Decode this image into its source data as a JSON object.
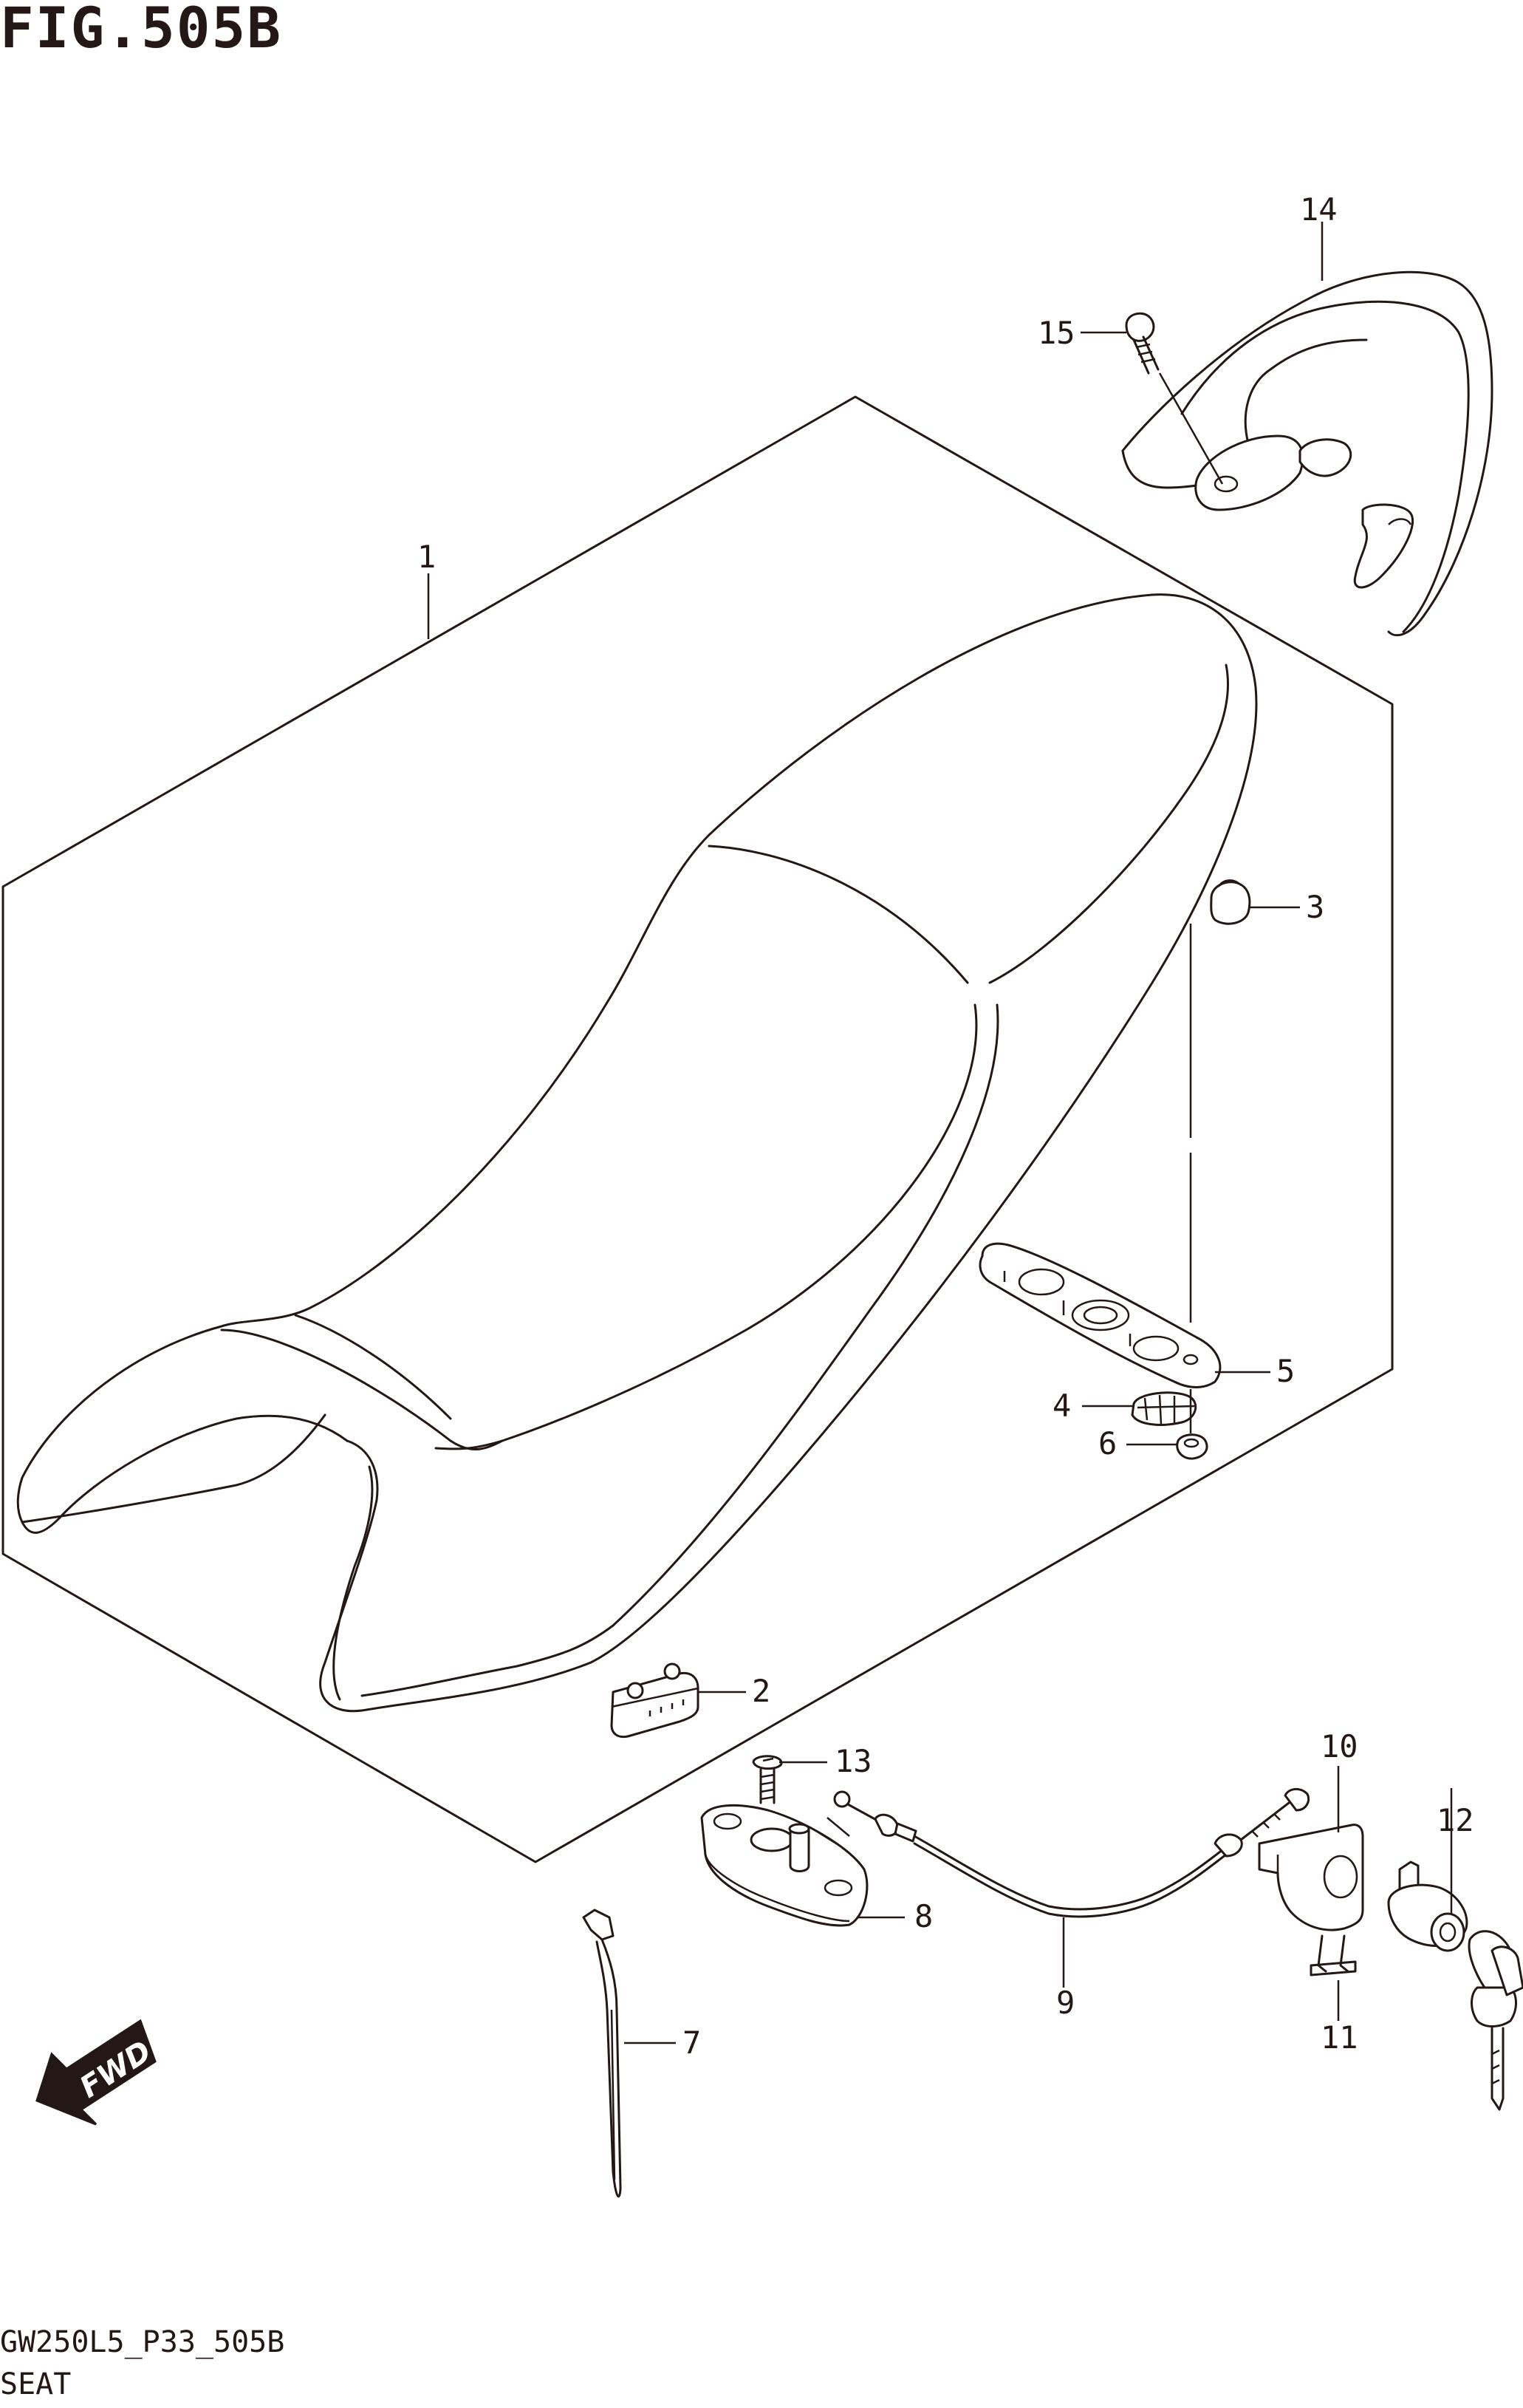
{
  "figure_title": "FIG.505B",
  "footer": {
    "code": "GW250L5_P33_505B",
    "name": "SEAT"
  },
  "fwd_badge": "FWD",
  "callouts": [
    {
      "id": "1",
      "label": "1"
    },
    {
      "id": "2",
      "label": "2"
    },
    {
      "id": "3",
      "label": "3"
    },
    {
      "id": "4",
      "label": "4"
    },
    {
      "id": "5",
      "label": "5"
    },
    {
      "id": "6",
      "label": "6"
    },
    {
      "id": "7",
      "label": "7"
    },
    {
      "id": "8",
      "label": "8"
    },
    {
      "id": "9",
      "label": "9"
    },
    {
      "id": "10",
      "label": "10"
    },
    {
      "id": "11",
      "label": "11"
    },
    {
      "id": "12",
      "label": "12"
    },
    {
      "id": "13",
      "label": "13"
    },
    {
      "id": "14",
      "label": "14"
    },
    {
      "id": "15",
      "label": "15"
    }
  ]
}
